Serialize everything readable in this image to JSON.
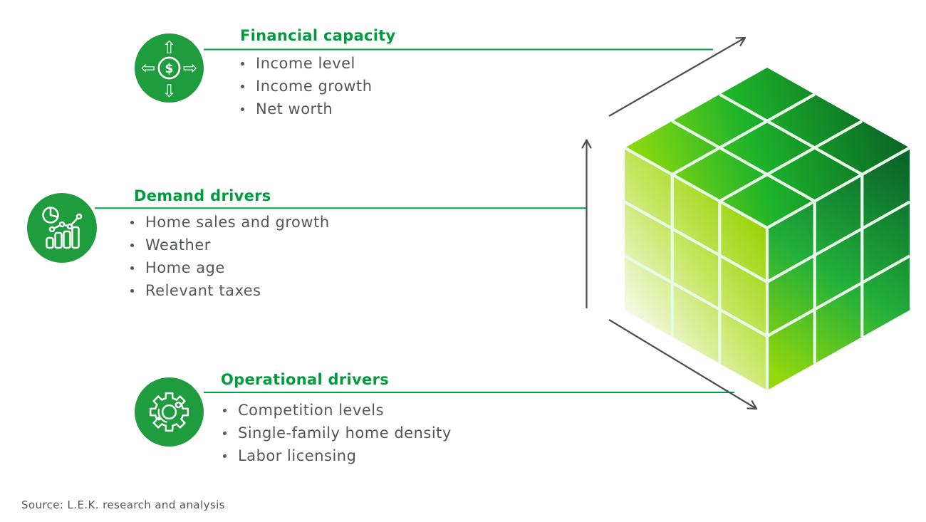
{
  "colors": {
    "title_green": "#009B3C",
    "icon_circle_green": "#1F9C3E",
    "connector_green": "#00A14B",
    "arrow_gray": "#4C4C52",
    "body_gray": "#54565A",
    "cube_grid_white": "#E8FBE8",
    "cube_top_gradient": [
      "#9BDF0B",
      "#1EB32A",
      "#086026"
    ],
    "cube_left_gradient": [
      "#F7FBEF",
      "#C9E767",
      "#96D304"
    ],
    "cube_right_gradient": [
      "#93D80D",
      "#22AF3A",
      "#0A632A"
    ]
  },
  "sections": [
    {
      "title": "Financial capacity",
      "icon": "money-flow-icon",
      "items": [
        "Income level",
        "Income growth",
        "Net worth"
      ]
    },
    {
      "title": "Demand drivers",
      "icon": "analytics-icon",
      "items": [
        "Home sales and growth",
        "Weather",
        "Home age",
        "Relevant taxes"
      ]
    },
    {
      "title": "Operational drivers",
      "icon": "gear-icon",
      "items": [
        "Competition levels",
        "Single-family home density",
        "Labor licensing"
      ]
    }
  ],
  "icons": {
    "financial": {
      "currency_symbol": "$",
      "arrow_up": "⇧",
      "arrow_down": "⇩",
      "arrow_left": "⇦",
      "arrow_right": "⇨"
    }
  },
  "source": {
    "text": "Source: L.E.K. research and analysis"
  }
}
